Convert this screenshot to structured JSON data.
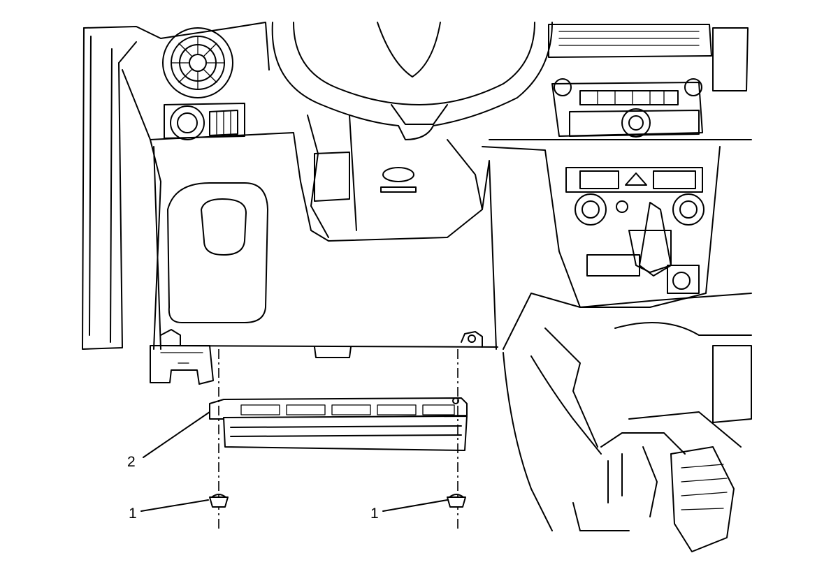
{
  "callouts": [
    {
      "id": "fastener-left",
      "label": "1"
    },
    {
      "id": "fastener-right",
      "label": "1"
    },
    {
      "id": "panel",
      "label": "2"
    }
  ],
  "colors": {
    "line": "#000000",
    "background": "#ffffff"
  }
}
